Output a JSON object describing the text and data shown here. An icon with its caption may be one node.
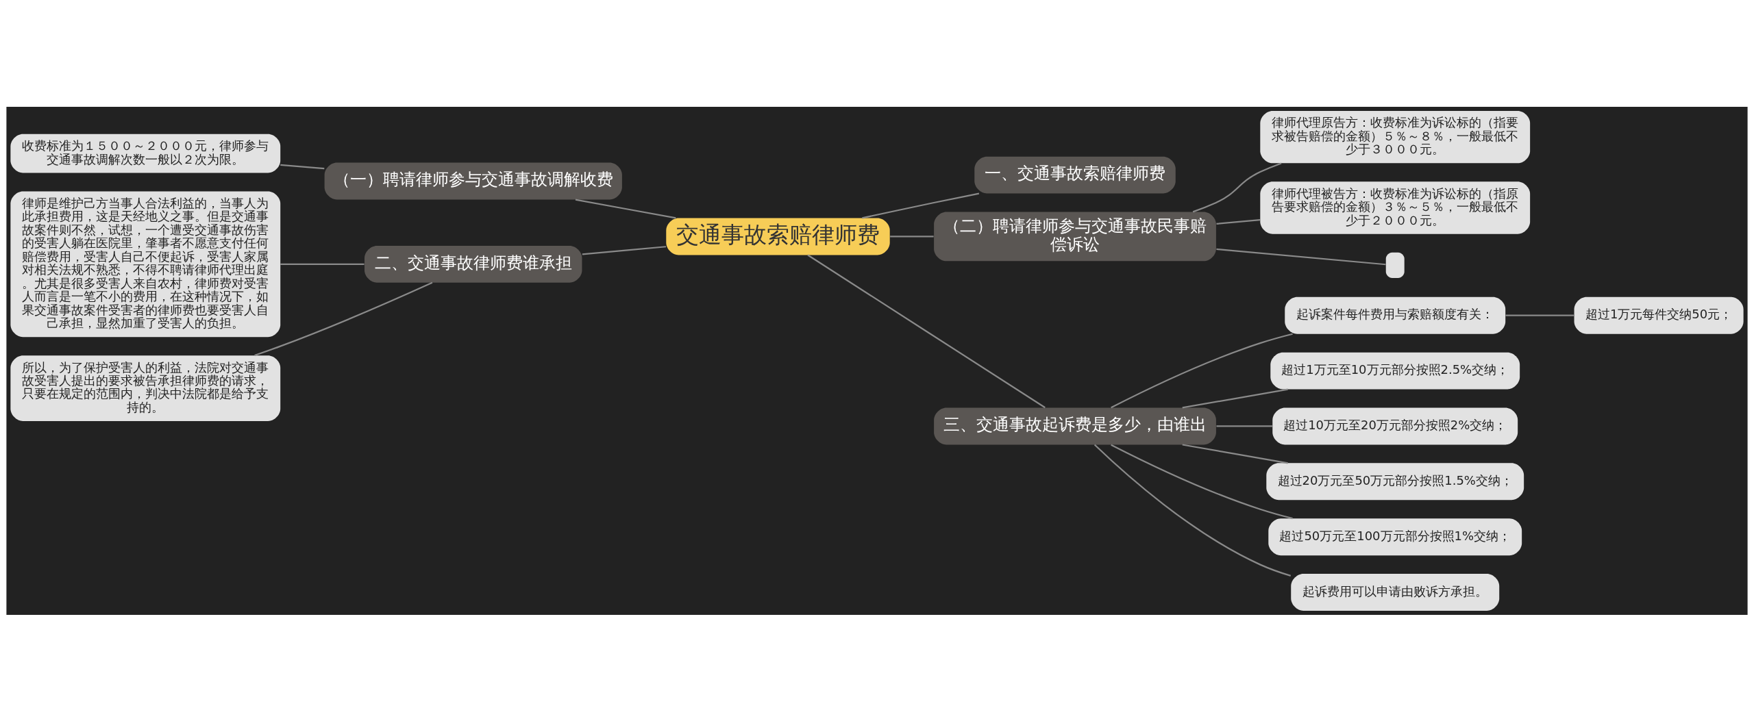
{
  "diagram": {
    "nodes": [
      {
        "text": [
          "交通事故索赔律师费"
        ]
      },
      {
        "text": [
          "一、交通事故索赔律师费"
        ]
      },
      {
        "text": [
          "（二）聘请律师参与交通事故民事赔偿诉讼"
        ]
      },
      {
        "text": [
          "律师代理原告方：收费标准为诉讼标的（指要求被告赔偿的金额）５％～８％，一般最低不少于３０００元。"
        ]
      },
      {
        "text": [
          "律师代理被告方：收费标准为诉讼标的（指原告要求赔偿的金额）３％～５％，一般最低不少于２０００元。"
        ]
      },
      {
        "text": [],
        "shape": "box"
      },
      {
        "text": [
          "三、交通事故起诉费是多少，由谁出"
        ]
      },
      {
        "text": [
          "起诉案件每件费用与索赔额度有关："
        ]
      },
      {
        "text": [
          "超过1万元每件交纳50元；"
        ]
      },
      {
        "text": [
          "超过1万元至10万元部分按照2.5%交纳；"
        ]
      },
      {
        "text": [
          "超过10万元至20万元部分按照2%交纳；"
        ]
      },
      {
        "text": [
          "超过20万元至50万元部分按照1.5%交纳；"
        ]
      },
      {
        "text": [
          "超过50万元至100万元部分按照1%交纳；"
        ]
      },
      {
        "text": [
          "起诉费用可以申请由败诉方承担。"
        ]
      },
      {
        "text": [
          "（一）聘请律师参与交通事故调解收费"
        ]
      },
      {
        "text": [
          "收费标准为１５００～２０００元，律师参与交通事故调解次数一般以２次为限。"
        ]
      },
      {
        "text": [
          "二、交通事故律师费谁承担"
        ]
      },
      {
        "text": [
          "律师是维护己方当事人合法利益的，当事人为此承担费用，这是天经地义之事。但是交通事故案件则不然，试想，一个遭受交通事故伤害的受害人躺在医院里，肇事者不愿意支付任何赔偿费用，受害人自己不便起诉，受害人家属对相关法规不熟悉，不得不聘请律师代理出庭。尤其是很多受害人来自农村，律师费对受害人而言是一笔不小的费用，在这种情况下，如果交通事故案件受害者的律师费也要受害人自己承担，显然加重了受害人的负担。"
        ]
      },
      {
        "text": [
          "所以，为了保护受害人的利益，法院对交通事故受害人提出的要求被告承担律师费的请求，只要在规定的范围内，判决中法院都是给予支持的。"
        ]
      }
    ],
    "edges": [
      {
        "from": 0,
        "to": 1,
        "arrow": "none"
      },
      {
        "from": 0,
        "to": 2,
        "arrow": "none"
      },
      {
        "from": 2,
        "to": 3,
        "arrow": "none"
      },
      {
        "from": 2,
        "to": 4,
        "arrow": "none"
      },
      {
        "from": 2,
        "to": 5,
        "arrow": "none"
      },
      {
        "from": 0,
        "to": 6,
        "arrow": "none"
      },
      {
        "from": 6,
        "to": 7,
        "arrow": "none"
      },
      {
        "from": 7,
        "to": 8,
        "arrow": "none"
      },
      {
        "from": 6,
        "to": 9,
        "arrow": "none"
      },
      {
        "from": 6,
        "to": 10,
        "arrow": "none"
      },
      {
        "from": 6,
        "to": 11,
        "arrow": "none"
      },
      {
        "from": 6,
        "to": 12,
        "arrow": "none"
      },
      {
        "from": 6,
        "to": 13,
        "arrow": "none"
      },
      {
        "from": 14,
        "to": 0,
        "arrow": "none"
      },
      {
        "from": 15,
        "to": 14,
        "arrow": "none"
      },
      {
        "from": 16,
        "to": 0,
        "arrow": "none"
      },
      {
        "from": 17,
        "to": 16,
        "arrow": "none"
      },
      {
        "from": 18,
        "to": 16,
        "arrow": "none"
      }
    ]
  }
}
